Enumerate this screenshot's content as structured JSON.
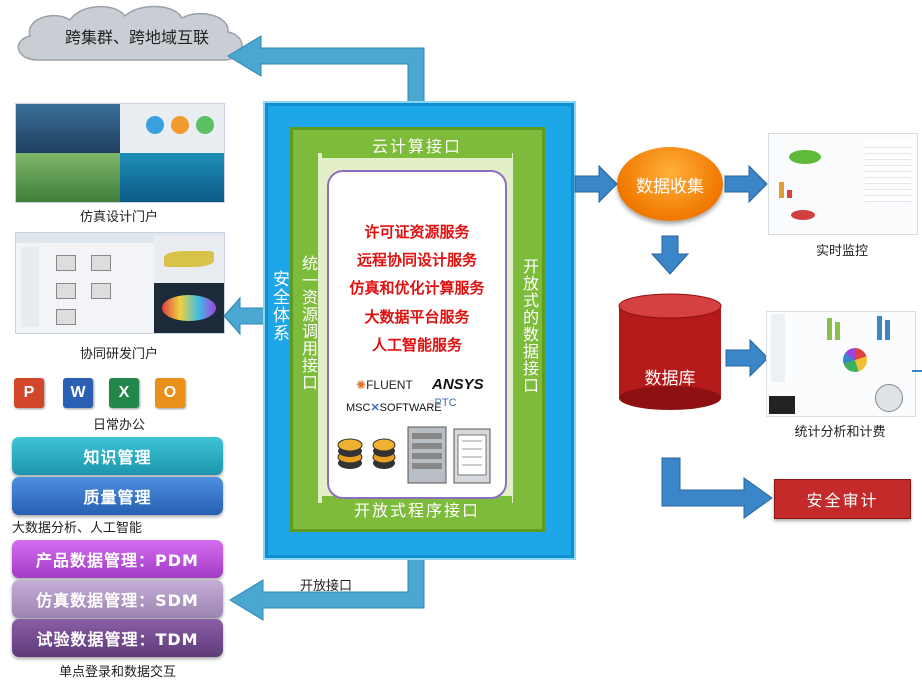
{
  "cloud": {
    "label": "跨集群、跨地域互联"
  },
  "left": {
    "portal_sim_caption": "仿真设计门户",
    "portal_collab_caption": "协同研发门户",
    "office_caption": "日常办公",
    "office_icons": [
      "P",
      "W",
      "X",
      "O"
    ],
    "knowledge_mgmt": "知识管理",
    "quality_mgmt": "质量管理",
    "bigdata_caption": "大数据分析、人工智能",
    "pdm": "产品数据管理：PDM",
    "sdm": "仿真数据管理：SDM",
    "tdm": "试验数据管理：TDM",
    "sso_caption": "单点登录和数据交互"
  },
  "center": {
    "security": "安全体系",
    "cloud_interface": "云计算接口",
    "unified_scheduling": "统一资源调用接口",
    "open_data_interface": "开放式的数据接口",
    "open_program_interface": "开放式程序接口",
    "services": [
      "许可证资源服务",
      "远程协同设计服务",
      "仿真和优化计算服务",
      "大数据平台服务",
      "人工智能服务"
    ],
    "vendors": {
      "fluent": "FLUENT",
      "ansys": "ANSYS",
      "msc": "MSC",
      "msc_software": "SOFTWARE",
      "ptc": "PTC"
    },
    "open_interface_label": "开放接口"
  },
  "right": {
    "data_collection": "数据收集",
    "realtime_caption": "实时监控",
    "database": "数据库",
    "stats_caption": "统计分析和计费",
    "audit": "安全审计"
  },
  "colors": {
    "blue_arrow": "#3a86c8",
    "teal_arrow": "#4aa8d0",
    "outer_blue": "#1ea7e8",
    "green": "#7dbb3a",
    "service_red": "#e01010",
    "orange": "#f07800",
    "db_red": "#b51a1a",
    "audit_red": "#c42a2a"
  }
}
